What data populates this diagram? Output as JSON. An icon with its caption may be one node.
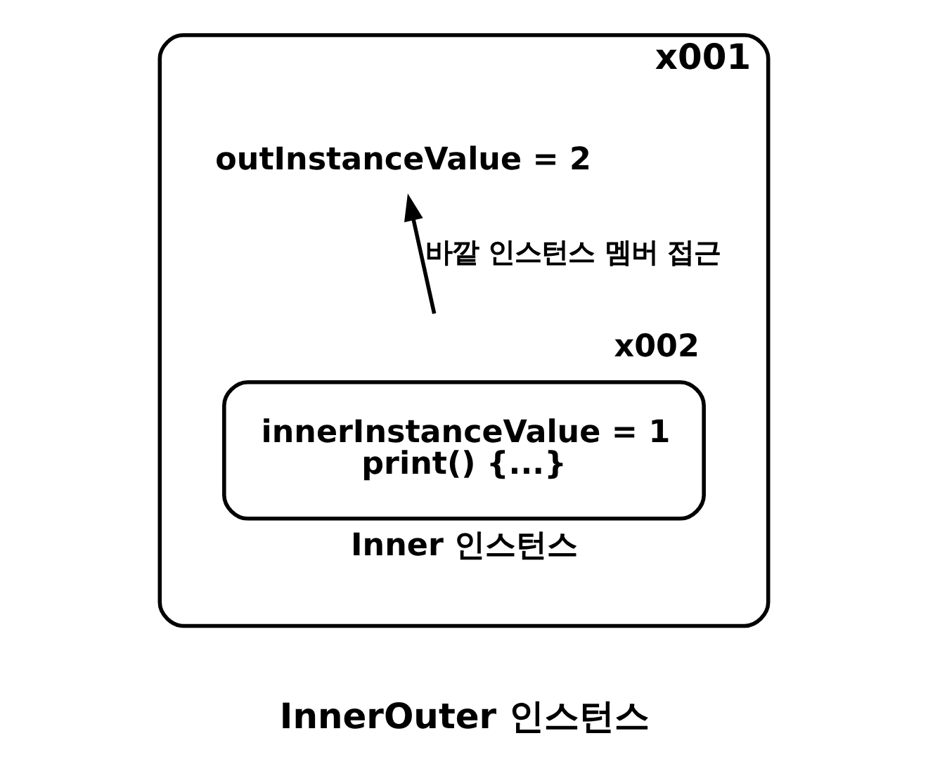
{
  "diagram": {
    "nodes": [
      {
        "text": [
          "x001"
        ],
        "beside": [
          "InnerOuter 인스턴스"
        ]
      },
      {
        "text": [
          "outInstanceValue = 2"
        ],
        "in": 0
      },
      {
        "text": [
          "x002",
          "innerInstanceValue = 1",
          "print() {...}"
        ],
        "beside": [
          "Inner 인스턴스"
        ],
        "in": 0
      }
    ],
    "edges": [
      {
        "from": 2,
        "to": 1,
        "arrow": "to",
        "label": "바깥 인스턴스 멤버 접근"
      }
    ]
  }
}
